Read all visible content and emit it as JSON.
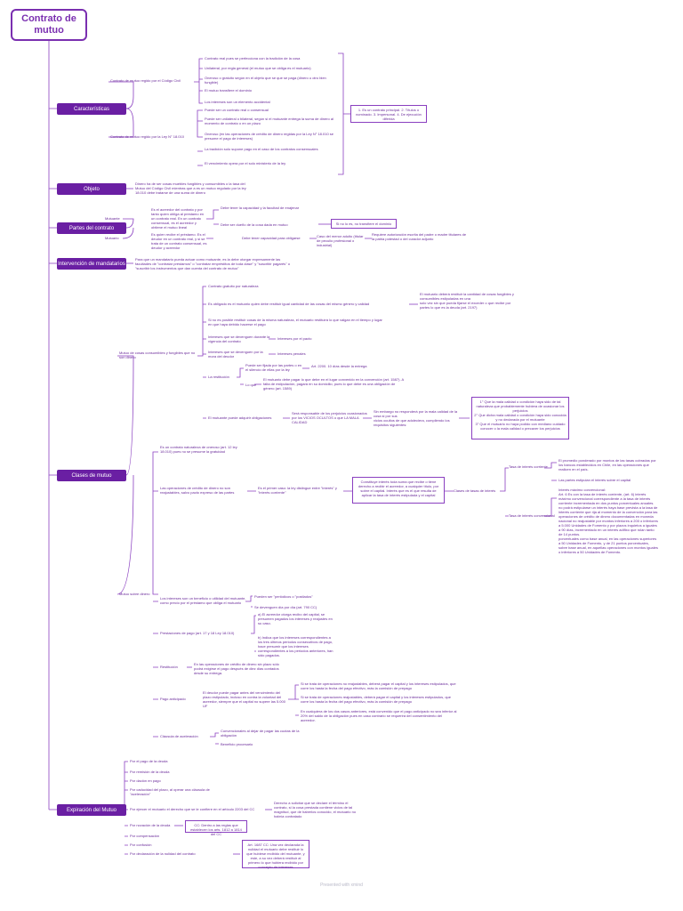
{
  "title": "Contrato de mutuo",
  "footer": "Presented with xmind",
  "colors": {
    "accent": "#6a1fa3",
    "line": "#8a3fc0",
    "text": "#6a2a9a"
  },
  "categories": {
    "caracteristicas": "Características",
    "objeto": "Objeto",
    "partes": "Partes del contrato",
    "intervencion": "Intervención de mandatarios",
    "clases": "Clases de mutuo",
    "expiracion": "Expiración del Mutuo"
  },
  "caracteristicas": {
    "civil_label": "Contrato de mutuo regido por el Código Civil",
    "civil_items": [
      "Contrato real pues se perfecciona con la tradición de la cosa",
      "Unilateral, por regla general (el mutuo que se obliga es el mutuario)",
      "Oneroso o gratuito según en el objeto que se que se paga (dinero u otro bien fungible)",
      "El mutuo transfiere el dominio",
      "Los intereses son un elemento accidental"
    ],
    "ley_label": "Contrato de mutuo regido por la Ley N° 18.010",
    "ley_items": [
      "Puede ser un contrato real o consensual",
      "Puede ser unilateral o bilateral, según si el mutuante entrega la suma de dinero al momento de contrato o en un plazo",
      "Oneroso (en las operaciones de crédito de dinero regidas por la Ley N° 18.010 se presume el pago de intereses)",
      "La tradición solo supone pago en el caso de los contratos consensuales",
      "El vencimiento opera por el solo ministerio de la ley"
    ],
    "summary": "1. Es un contrato principal. 2. Títulos o nominado. 3. Impersonal. 4. De ejecución diferida"
  },
  "objeto": {
    "text": "Dinero ha de ser cosas muebles fungibles y consumibles o la tasa del Mutuo del Código Civil mientras que a es un mutuo regulado por la ley 18.010 debe tratarse de una suma de dinero"
  },
  "partes": {
    "mutuante_label": "Mutuante",
    "mutuante_desc": "Es el acreedor del contrato y por tanto quien obliga al prestamo en un contrato real. En un contrato consensual, es el acreedor y obtiene el mutuo lineal",
    "mutuante_items": [
      "Debe tener la capacidad y la facultad de enajenar",
      "Debe ser dueño de la cosa dada en mutuo"
    ],
    "mutuante_note": "Si no lo es, no transfiere el dominio",
    "mutuario_label": "Mutuario",
    "mutuario_desc": "Es quien recibe el préstamo. Es el deudor en un contrato real, y si se trata de un contrato consensual, es deudor y acreedor",
    "mutuario_item": "Debe tener capacidad para obligarse",
    "mutuario_note": "Caso del menor adulto (titular de peculio profesional o industrial)",
    "mutuario_note2": "Requiere autorización escrita del padre o madre titulares de la patria potestad o del curador adjunto"
  },
  "intervencion": {
    "text": "Para que un mandatario pueda actuar como mutuante, es la debe otorgar expresamente las facultades de \"contratar préstamos\" o \"contratar empréstitos de toda clase\" y \"suscribir pagarés\" o \"suscribir los instrumentos que dan cuenta del contrato de mutuo\""
  },
  "clases": {
    "cosas_label": "Mutuo de cosas consumibles y fungibles que no son dinero",
    "cosas_items": [
      "Contrato gratuito por naturaleza",
      "Es obligado es el mutuario quien debe restituir igual cantidad de las cosas del mismo género y calidad",
      "Si no es posible restituir cosas de la misma naturaleza, el mutuario restituirá lo que valgan en el tiempo y lugar en que haya debido hacerse el pago",
      "Intereses que se devenguen durante la vigencia del contrato",
      "Intereses que se devenguen por la mora del deudor",
      "La restitución",
      "El mutuante puede adquirir obligaciones"
    ],
    "cosas_note1": "El mutuario deberá restituir la cantidad de cosas fungibles y consumibles estipuladas en una\nsolo vez sin que pueda fijarse el exceder o que recibe por partes lo que es la deuda (art. 2197)",
    "interes_pacto": "Intereses por el pacto",
    "interes_penal": "Intereses penales",
    "restitucion_a": "Puede ser fijada por las partes o en el silencio de ellas por la ley",
    "restitucion_a2": "Art. 2200. 10 días desde la entrega",
    "restitucion_b": "Lo que",
    "restitucion_b2": "El mutuario debe pagar lo que debe en el lugar convenido en la convención (art. 1587). A falta de estipulación, pagará en su domicilio, pues lo que debe es una obligación de género (art. 1589)",
    "oblig_a": "Será responsable de los perjuicios ocasionados por los VICIOS OCULTOS o que LA MALA CALIDAD",
    "oblig_b": "Sin embargo no responderá por la mala calidad de la cosa si por sus\nvicios ocultos de que adoleciera, cumpliendo los requisitos siguientes:",
    "oblig_c": "1° Que la mala calidad o condición haya sido de tal naturaleza que probablemente hubiera de ocasionar los perjuicios\n2° Que dicha mala calidad o condición haya sido conocida y no declarada por el mutuante\n3° Que el mutuario no haya podido con mediano cuidado conocer o la mala calidad o precaver los perjuicios",
    "dinero_label": "Mutuo sobre dinero",
    "dinero_items": [
      "Es un contrato naturaleza de oneroso (art. 12 ley 18.010) pues no se presume la gratuidad",
      "Las operaciones de crédito de dinero no son reajustables, salvo pacto expreso de las partes",
      "Los intereses son un beneficio o utilidad del mutuante, como precio por el préstamo que obliga el mutuario",
      "Prestaciones de pago (art. 17 y 18 Ley 18.010)",
      "Restitución",
      "Pago anticipado",
      "Cláusula de aceleración"
    ],
    "reajuste": "Es el primer caso: la ley distingue entre \"interés\" y \"interés corriente\"",
    "reajuste_box": "Constituye interés toda suma que recibe o tiene derecho a recibir el acreedor, a cualquier título, por sobre el capital. Interés que es el que resulta de aplicar la tasa de interés estipulada y el capital",
    "clases_tasa": "Clases de tasas de interés",
    "tasa_corriente": "Tasa de interés corriente",
    "tasa_corriente_desc": "El promedio ponderado por montos de las tasas cobradas por los bancos establecidos en Chile, en las operaciones que realicen en el país.",
    "tasa_corriente_desc2": "Las partes estipulan el interés sobre el capital",
    "tasa_maxima": "Tasa de interés convencional",
    "tasa_maxima_desc": "Interés máximo convencional:\nArt. 6 Es con la tasa de interés corriente, (art. 6) interés máximo convencional correspondiente a la tasa de interés corriente incrementada en dos puntos porcentuales anuales.\nno podrá estipularse un interés haya base prevista a la tasa de interés corriente que rija al momento de la convención para las operaciones de crédito de dinero documentadas en moneda nacional no reajustable por montos inferiores a 200 o inferiores a 5.000 Unidades de Fomento y por plazos inquietos a iguales a 90 días, incrementado en un interés adifixo que rolan tanto de 14 puntos.\nporcentuales como base anual, en las operaciones superiores a 50 Unidades de Fomento, y de 21 puntos porcentuales, sobre base anual, en aquellas operaciones con montos iguales o inferiores a 50 Unidades de Fomento.",
    "interes_a": "Pueden ser \"periódicos o \"postlados\"",
    "interes_b": "Se devenguen día por día (art. 790 CC)",
    "prest_a": "a) El acreedor otorga recibo del capital, se presumen pagados los intereses y reajustes en su caso.",
    "prest_b": "b) Indica que los intereses correspondientes a los tres últimos periodos consecutivos de pago, hace presumir que los intereses correspondientes a los periodos anteriores, han sido pagados.",
    "restit": "En las operaciones de crédito de dinero sin plazo sólo podrá exigirse el pago después de diez días contados desde su entrega.",
    "pago_a": "El deudor puede pagar antes del vencimiento del plazo estipulado, incluso en contra la voluntad del acreedor, siempre que el capital no supere las 5.000 UF",
    "pago_b1": "Si se trata de operaciones no reajustables, deberá pagar el capital y los intereses estipulados, que corre los hasta la fecha del pago efectivo, más la comisión de prepago",
    "pago_b2": "Si se trata de operaciones reajustables, deberá pagar el capital y los intereses estipulados, que corre los hasta la fecha del pago efectivo, más la comisión de prepago",
    "pago_b3": "En cualquiera de los dos casos anteriores, está convenido que el pago anticipado no sea inferior al 20% del saldo de la obligación pues en caso contrario se requerirá del consentimiento del acreedor.",
    "acel_a": "Convencionales al dejar de pagar las cuotas de la obligación",
    "acel_b": "Beneficio procesario"
  },
  "expiracion": {
    "items": [
      "Por el pago de la deuda",
      "Por remisión de la deuda",
      "Por dación en pago",
      "Por caducidad del plazo, al operar una cláusula de \"aceleración\"",
      "Por ejercer el mutuario el derecho que se le confiere en el artículo 2203 del CC",
      "Por novación de la deuda",
      "Por compensación",
      "Por confusión",
      "Por declaración de la nulidad del contrato"
    ],
    "note_2203": "Derecho a solicitar que se declare el término el contrato, si la cosa prestada contiene vicios de tal magnitud, que de haberlos conocido, el mutuario no habría contratado",
    "note_novacion": "CC: Dentro a las reglas que establecen los arts. 1812 a 1814 del CC",
    "note_nulidad": "Art. 1687 CC: Una vez declarada la nulidad el mutuario debe restituir lo que hubiese recibido del mutuante, y este, a su vez deberá restituir al primero lo que hubiera recibido por concepto de intereses"
  }
}
